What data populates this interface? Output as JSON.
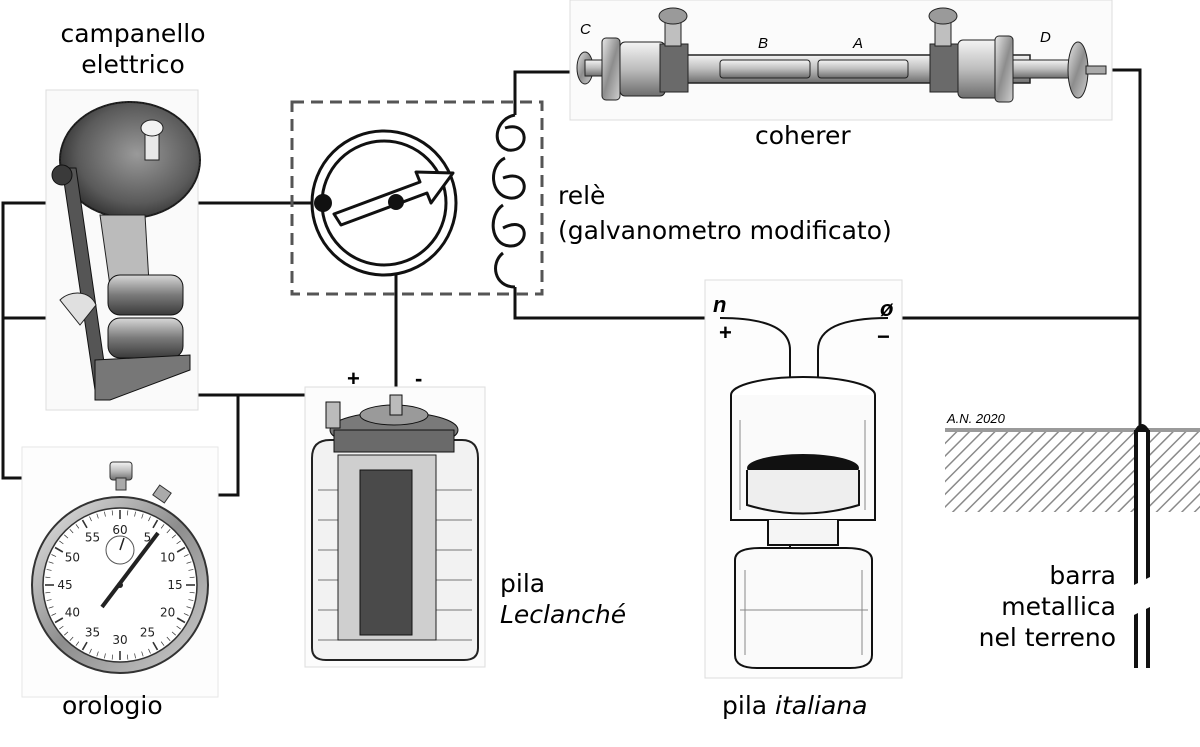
{
  "labels": {
    "bell_line1": "campanello",
    "bell_line2": "elettrico",
    "coherer": "coherer",
    "relay_line1": "relè",
    "relay_line2": "(galvanometro modificato)",
    "clock": "orologio",
    "leclanche_line1": "pila",
    "leclanche_line2": "Leclanché",
    "italian_prefix": "pila ",
    "italian_italic": "italiana",
    "rod_line1": "barra",
    "rod_line2": "metallica",
    "rod_line3": "nel terreno",
    "author": "A.N. 2020"
  },
  "coherer_letters": {
    "c": "C",
    "b": "B",
    "a": "A",
    "d": "D"
  },
  "polarity": {
    "leclanche_plus": "+",
    "leclanche_minus": "-",
    "italian_plus": "+",
    "italian_minus": "−",
    "italian_mark_left": "n",
    "italian_mark_right": "ø"
  },
  "clock_dial": [
    "60",
    "5",
    "10",
    "15",
    "20",
    "25",
    "30",
    "35",
    "40",
    "45",
    "50",
    "55"
  ],
  "colors": {
    "wire": "#111111",
    "relay_border": "#555555",
    "soil_hatch": "#888888",
    "soil_line": "#9a9a9a"
  }
}
